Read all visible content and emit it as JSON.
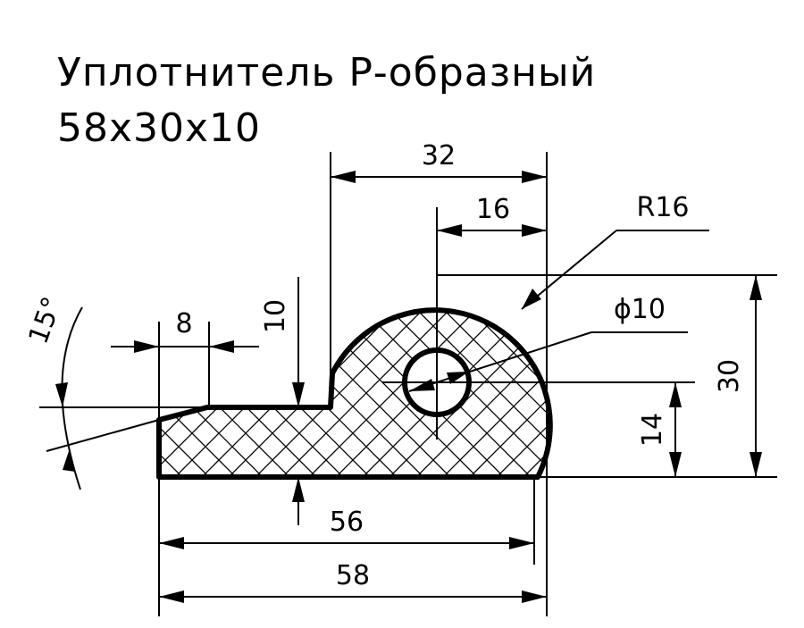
{
  "title": {
    "line1": "Уплотнитель Р-образный",
    "line2": "58x30x10"
  },
  "dimensions": {
    "d32": "32",
    "d16": "16",
    "r16": "R16",
    "phi10": "ϕ10",
    "d8": "8",
    "d10": "10",
    "angle15": "15°",
    "d30": "30",
    "d14": "14",
    "d56": "56",
    "d58": "58"
  }
}
